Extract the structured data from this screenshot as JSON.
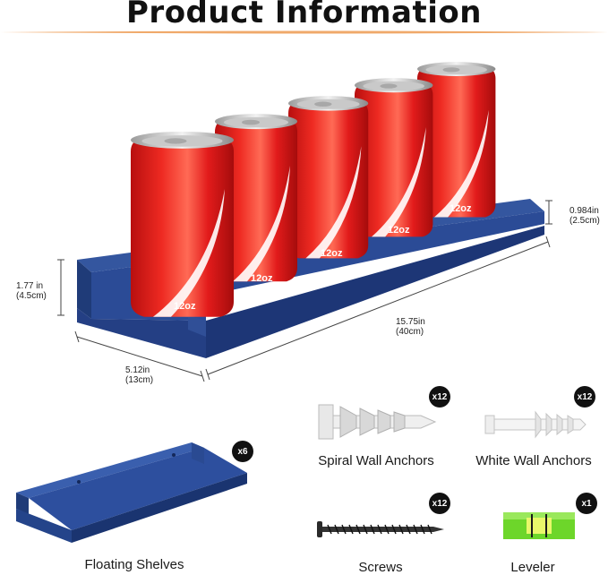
{
  "header": {
    "title": "Product Information"
  },
  "colors": {
    "accent": "#f0a96a",
    "shelf": "#2b4b96",
    "can": "#e21b1b",
    "level": "#6dd62a"
  },
  "dimensions": {
    "height_in": "1.77 in",
    "height_cm": "(4.5cm)",
    "lip_in": "0.984in",
    "lip_cm": "(2.5cm)",
    "length_in": "15.75in",
    "length_cm": "(40cm)",
    "depth_in": "5.12in",
    "depth_cm": "(13cm)"
  },
  "cans": {
    "label": "12oz"
  },
  "items": [
    {
      "name": "Floating Shelves",
      "qty": "x6",
      "icon": "floating-shelf"
    },
    {
      "name": "Spiral Wall Anchors",
      "qty": "x12",
      "icon": "spiral-anchor"
    },
    {
      "name": "White Wall Anchors",
      "qty": "x12",
      "icon": "plastic-anchor"
    },
    {
      "name": "Screws",
      "qty": "x12",
      "icon": "screw"
    },
    {
      "name": "Leveler",
      "qty": "x1",
      "icon": "spirit-level"
    }
  ]
}
